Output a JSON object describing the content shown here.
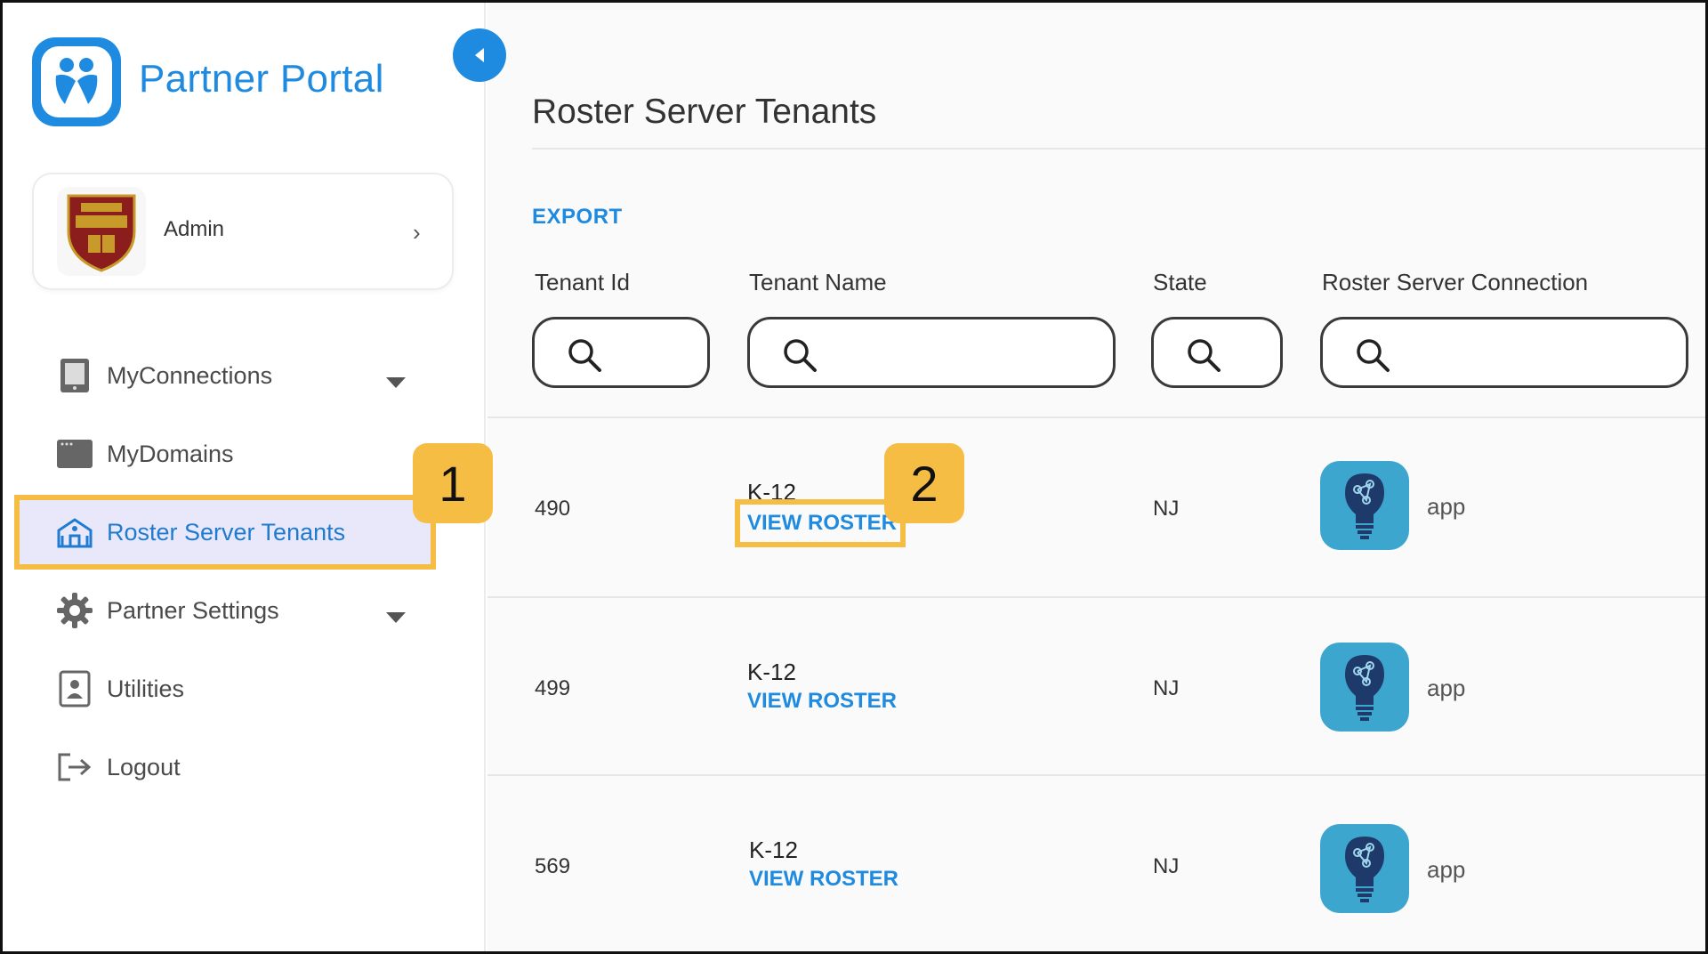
{
  "app": {
    "title": "Partner Portal",
    "brand_color": "#1f8be0"
  },
  "profile": {
    "name": "Admin"
  },
  "sidebar": {
    "items": [
      {
        "label": "MyConnections",
        "icon": "tablet-icon",
        "has_caret": true
      },
      {
        "label": "MyDomains",
        "icon": "browser-window-icon",
        "has_caret": false
      },
      {
        "label": "Roster Server Tenants",
        "icon": "school-building-icon",
        "active": true
      },
      {
        "label": "Partner Settings",
        "icon": "gear-icon",
        "has_caret": true
      },
      {
        "label": "Utilities",
        "icon": "contact-card-icon",
        "has_caret": false
      },
      {
        "label": "Logout",
        "icon": "logout-icon",
        "has_caret": false
      }
    ]
  },
  "main": {
    "title": "Roster Server Tenants",
    "export_label": "EXPORT",
    "columns": [
      "Tenant Id",
      "Tenant Name",
      "State",
      "Roster Server Connection"
    ],
    "rows": [
      {
        "tenant_id": "490",
        "tenant_name": "K-12",
        "action": "VIEW ROSTER",
        "state": "NJ",
        "connection": "app"
      },
      {
        "tenant_id": "499",
        "tenant_name": "K-12",
        "action": "VIEW ROSTER",
        "state": "NJ",
        "connection": "app"
      },
      {
        "tenant_id": "569",
        "tenant_name": "K-12",
        "action": "VIEW ROSTER",
        "state": "NJ",
        "connection": "app"
      }
    ]
  },
  "callouts": {
    "step1": "1",
    "step2": "2",
    "color": "#f6bd45"
  }
}
